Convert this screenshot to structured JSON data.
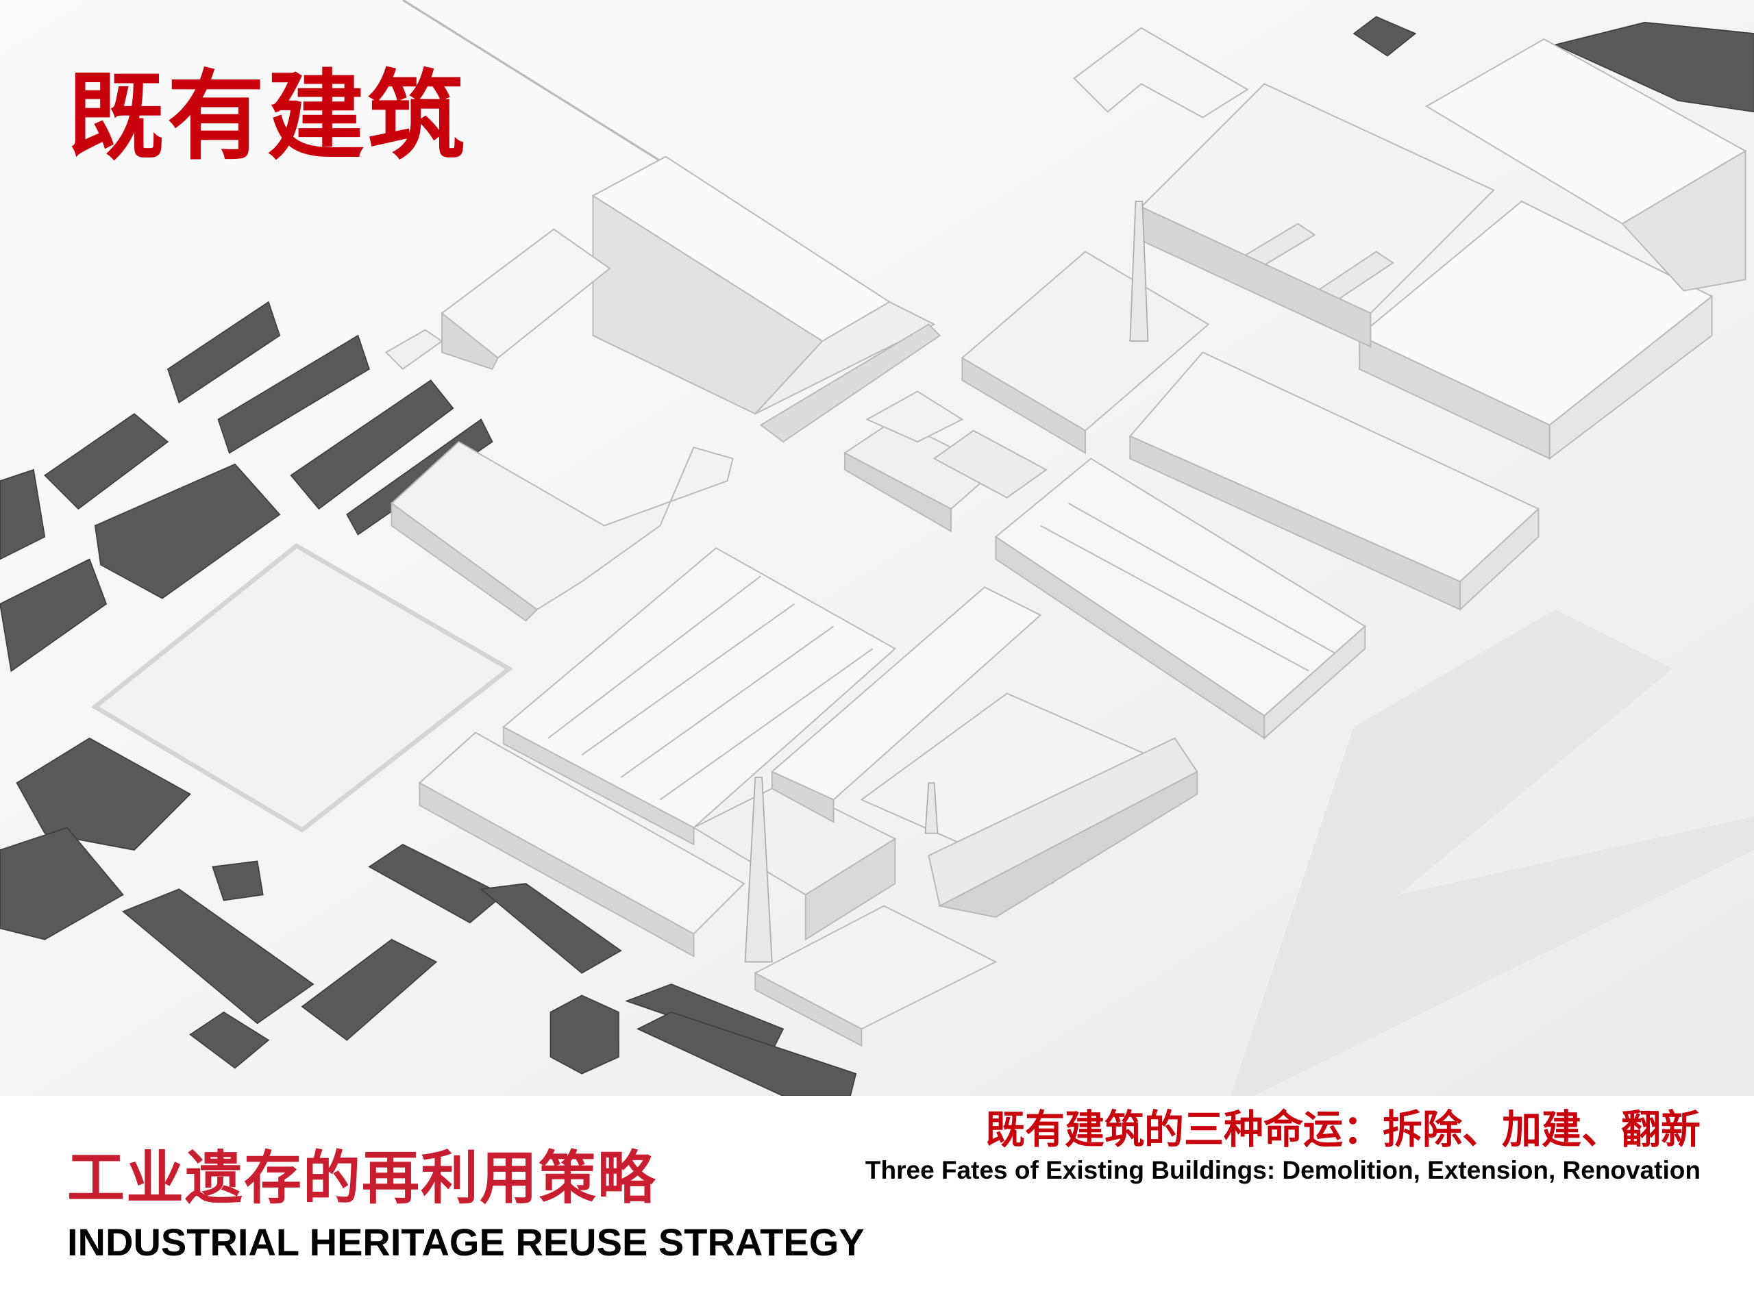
{
  "header": {
    "title": "既有建筑"
  },
  "footer": {
    "title_cn": "工业遗存的再利用策略",
    "title_en": "INDUSTRIAL HERITAGE REUSE STRATEGY",
    "subtitle_cn": "既有建筑的三种命运：拆除、加建、翻新",
    "subtitle_en": "Three Fates of Existing Buildings: Demolition, Extension, Renovation"
  },
  "colors": {
    "accent": "#c8000b",
    "existing_context": "#555555",
    "factory_model": "#f4f4f4"
  }
}
